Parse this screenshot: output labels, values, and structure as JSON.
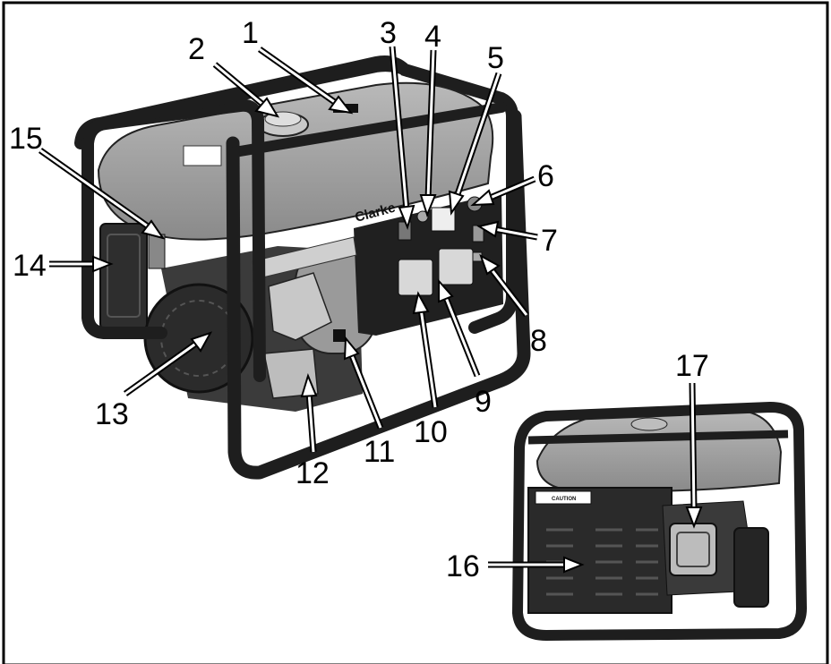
{
  "figure": {
    "brand_label": "Clarke",
    "caution_label": "CAUTION",
    "callouts": [
      {
        "id": "1",
        "text": "1"
      },
      {
        "id": "2",
        "text": "2"
      },
      {
        "id": "3",
        "text": "3"
      },
      {
        "id": "4",
        "text": "4"
      },
      {
        "id": "5",
        "text": "5"
      },
      {
        "id": "6",
        "text": "6"
      },
      {
        "id": "7",
        "text": "7"
      },
      {
        "id": "8",
        "text": "8"
      },
      {
        "id": "9",
        "text": "9"
      },
      {
        "id": "10",
        "text": "10"
      },
      {
        "id": "11",
        "text": "11"
      },
      {
        "id": "12",
        "text": "12"
      },
      {
        "id": "13",
        "text": "13"
      },
      {
        "id": "14",
        "text": "14"
      },
      {
        "id": "15",
        "text": "15"
      },
      {
        "id": "16",
        "text": "16"
      },
      {
        "id": "17",
        "text": "17"
      }
    ]
  }
}
